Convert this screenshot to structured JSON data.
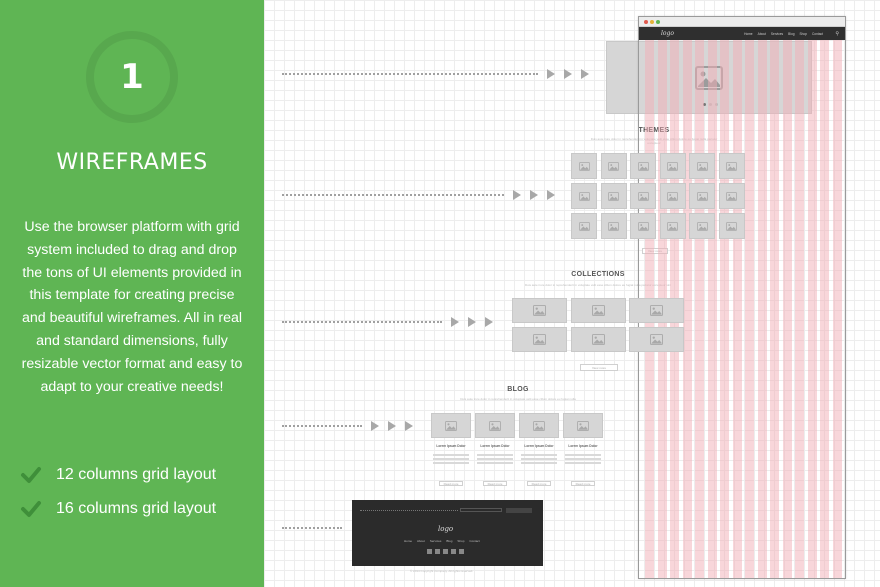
{
  "step": {
    "number": "1",
    "title": "WIREFRAMES",
    "description": "Use the browser platform with grid system included to drag and drop the tons of UI elements provided in this template for creating precise and beautiful wireframes. All in real and standard dimensions, fully resizable vector format and easy to adapt to your creative needs!"
  },
  "features": [
    {
      "label": "12 columns grid layout",
      "icon": "check-icon"
    },
    {
      "label": "16 columns grid layout",
      "icon": "check-icon"
    }
  ],
  "colors": {
    "panel_green": "#5fb554",
    "check_green": "#3f8f3a",
    "grid_column_pink": "#f1adb5",
    "placeholder_gray": "#d6d6d6",
    "footer_dark": "#2b2b2b"
  },
  "wireframe": {
    "sections": {
      "themes": {
        "title": "THEMES",
        "subtitle": "Duis aute irure dolor in reprehenderit in voluptate velit esse cillum dolore eu fugiat nulla pariatur excepteur"
      },
      "collections": {
        "title": "COLLECTIONS",
        "subtitle": "Duis aute irure dolor in reprehenderit in voluptate velit esse cillum dolore eu fugiat nulla pariatur excepteur sint"
      },
      "blog": {
        "title": "BLOG",
        "subtitle": "Duis aute irure dolor in reprehenderit in voluptate velit esse cillum dolore eu fugiat nulla",
        "post_titles": [
          "Lorem Ipsum Dolor",
          "Lorem Ipsum Dolor",
          "Lorem Ipsum Dolor",
          "Lorem Ipsum Dolor"
        ],
        "read_more": "Read more"
      },
      "view_more": "View more"
    },
    "browser_nav": {
      "logo": "logo",
      "links": [
        "Home",
        "About",
        "Services",
        "Blog",
        "Shop",
        "Contact"
      ],
      "search_icon": "search-icon"
    },
    "footer": {
      "logo": "logo",
      "links": [
        "Home",
        "About",
        "Services",
        "Blog",
        "Shop",
        "Contact"
      ],
      "newsletter_label": "SIGN UP FOR OUR NEWSLETTER",
      "subscribe_label": "SUBSCRIBE",
      "social_icons": [
        "facebook-icon",
        "twitter-icon",
        "vimeo-icon",
        "instagram-icon",
        "email-icon"
      ],
      "copyright": "© 2014 Copyright Company. All rights reserved."
    }
  }
}
